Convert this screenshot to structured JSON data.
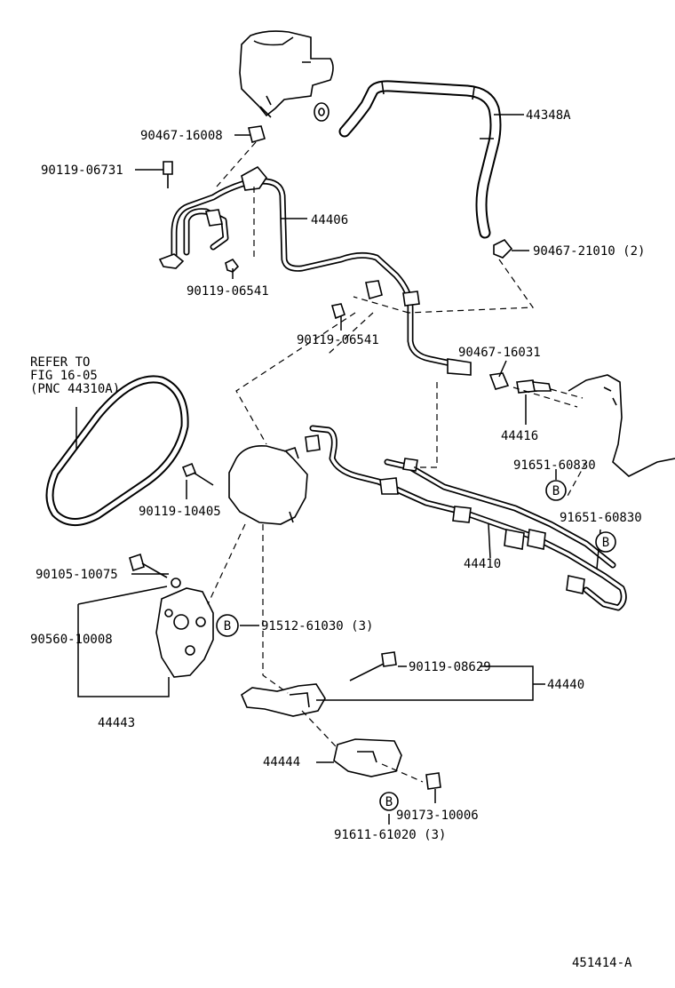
{
  "labels": {
    "p44348A": "44348A",
    "p90467_16008": "90467-16008",
    "p90119_06731": "90119-06731",
    "p44406": "44406",
    "p90467_21010": "90467-21010 (2)",
    "p90119_06541a": "90119-06541",
    "p90119_06541b": "90119-06541",
    "refer1": "REFER TO",
    "refer2": "FIG 16-05",
    "refer3": "(PNC 44310A)",
    "p90467_16031": "90467-16031",
    "p44416": "44416",
    "p91651_60830a": "91651-60830",
    "p91651_60830b": "91651-60830",
    "p90119_10405": "90119-10405",
    "p44410": "44410",
    "p90105_10075": "90105-10075",
    "p90560_10008": "90560-10008",
    "p91512_61030": "91512-61030 (3)",
    "p90119_08629": "90119-08629",
    "p44440": "44440",
    "p44443": "44443",
    "p44444": "44444",
    "p90173_10006": "90173-10006",
    "p91611_61020": "91611-61020 (3)",
    "footer": "451414-A"
  },
  "markers": {
    "b": "B"
  }
}
